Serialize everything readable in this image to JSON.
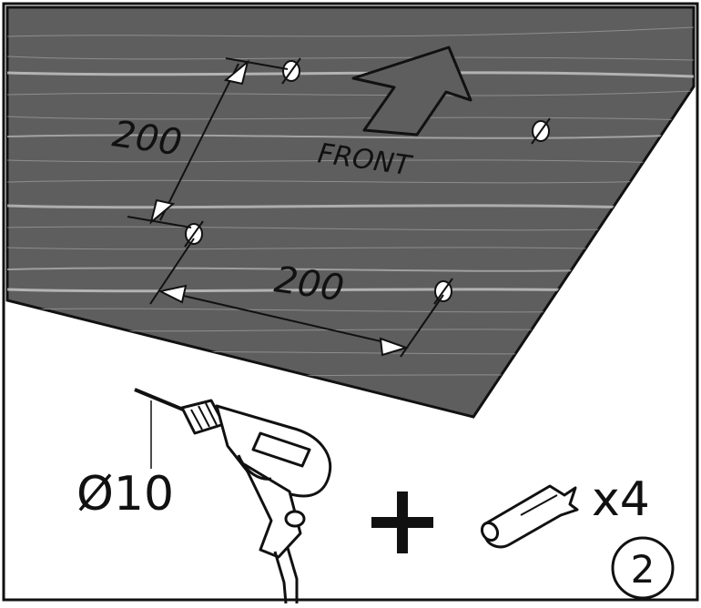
{
  "labels": {
    "dim_vertical": "200",
    "dim_horizontal": "200",
    "front": "FRONT",
    "drill_diameter": "Ø10",
    "quantity": "x4",
    "step_number": "2"
  },
  "icons": [
    "drill-icon",
    "wall-plug-icon",
    "plus-icon",
    "front-arrow-icon",
    "hole-marker-icon"
  ],
  "colors": {
    "surface": "#5e5e5e",
    "outline": "#111111",
    "background": "#ffffff"
  }
}
